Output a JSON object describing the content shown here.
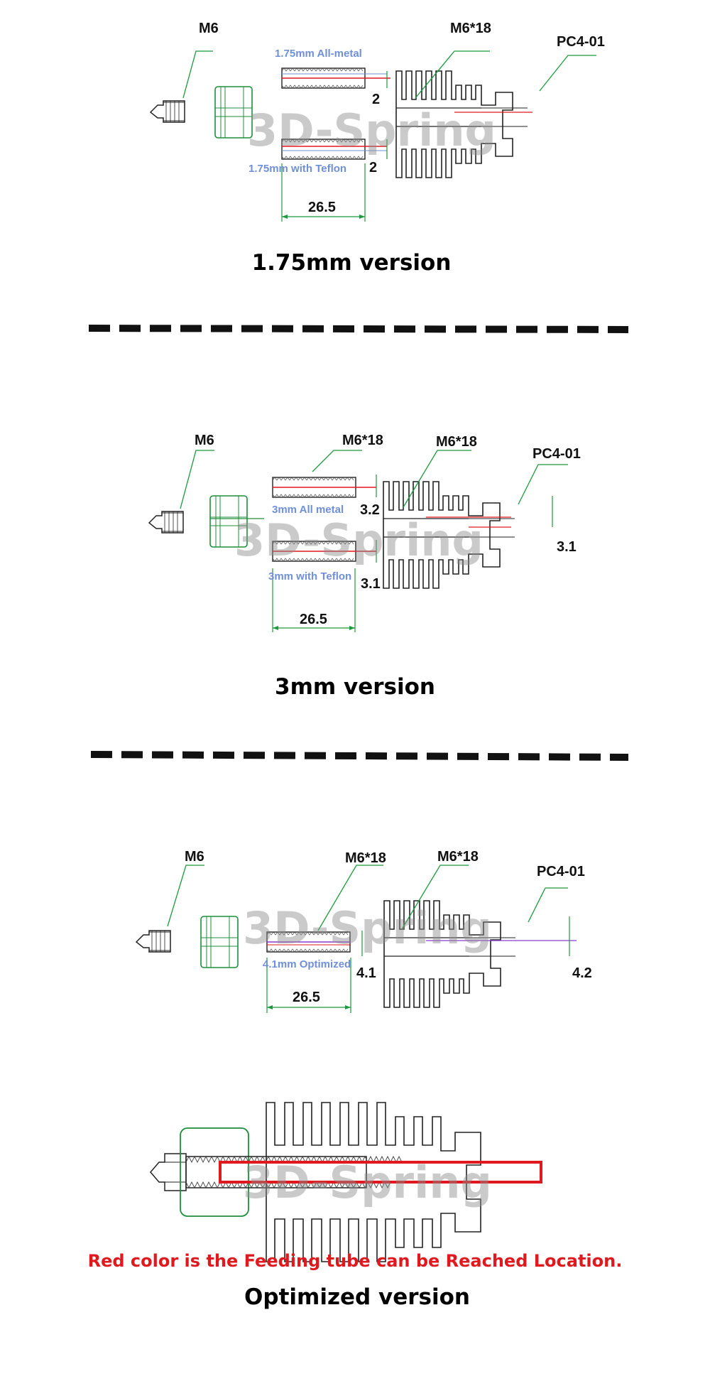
{
  "watermark": "3D-Spring",
  "colors": {
    "leader": "#1a9a3c",
    "part_green": "#1d8f3a",
    "dimension_blue": "#6f8fd8",
    "feed_red": "#e0191e",
    "outline": "#222222"
  },
  "section_175": {
    "label_nozzle": "M6",
    "label_throat": "M6*18",
    "label_fitting": "PC4-01",
    "label_all_metal": "1.75mm All-metal",
    "label_teflon": "1.75mm with Teflon",
    "dim_all_metal": "2",
    "dim_teflon": "2",
    "dim_length": "26.5",
    "title": "1.75mm version"
  },
  "section_3mm": {
    "label_nozzle": "M6",
    "label_tube": "M6*18",
    "label_throat": "M6*18",
    "label_fitting": "PC4-01",
    "label_all_metal": "3mm All metal",
    "label_teflon": "3mm with Teflon",
    "dim_all_metal": "3.2",
    "dim_teflon": "3.1",
    "dim_fitting": "3.1",
    "dim_length": "26.5",
    "title": "3mm version"
  },
  "section_opt": {
    "label_nozzle": "M6",
    "label_tube": "M6*18",
    "label_throat": "M6*18",
    "label_fitting": "PC4-01",
    "label_optimized": "4.1mm Optimized",
    "dim_tube": "4.1",
    "dim_fitting": "4.2",
    "dim_length": "26.5"
  },
  "assembly": {
    "note": "Red color is the Feeding tube can be Reached Location.",
    "title": "Optimized version"
  }
}
